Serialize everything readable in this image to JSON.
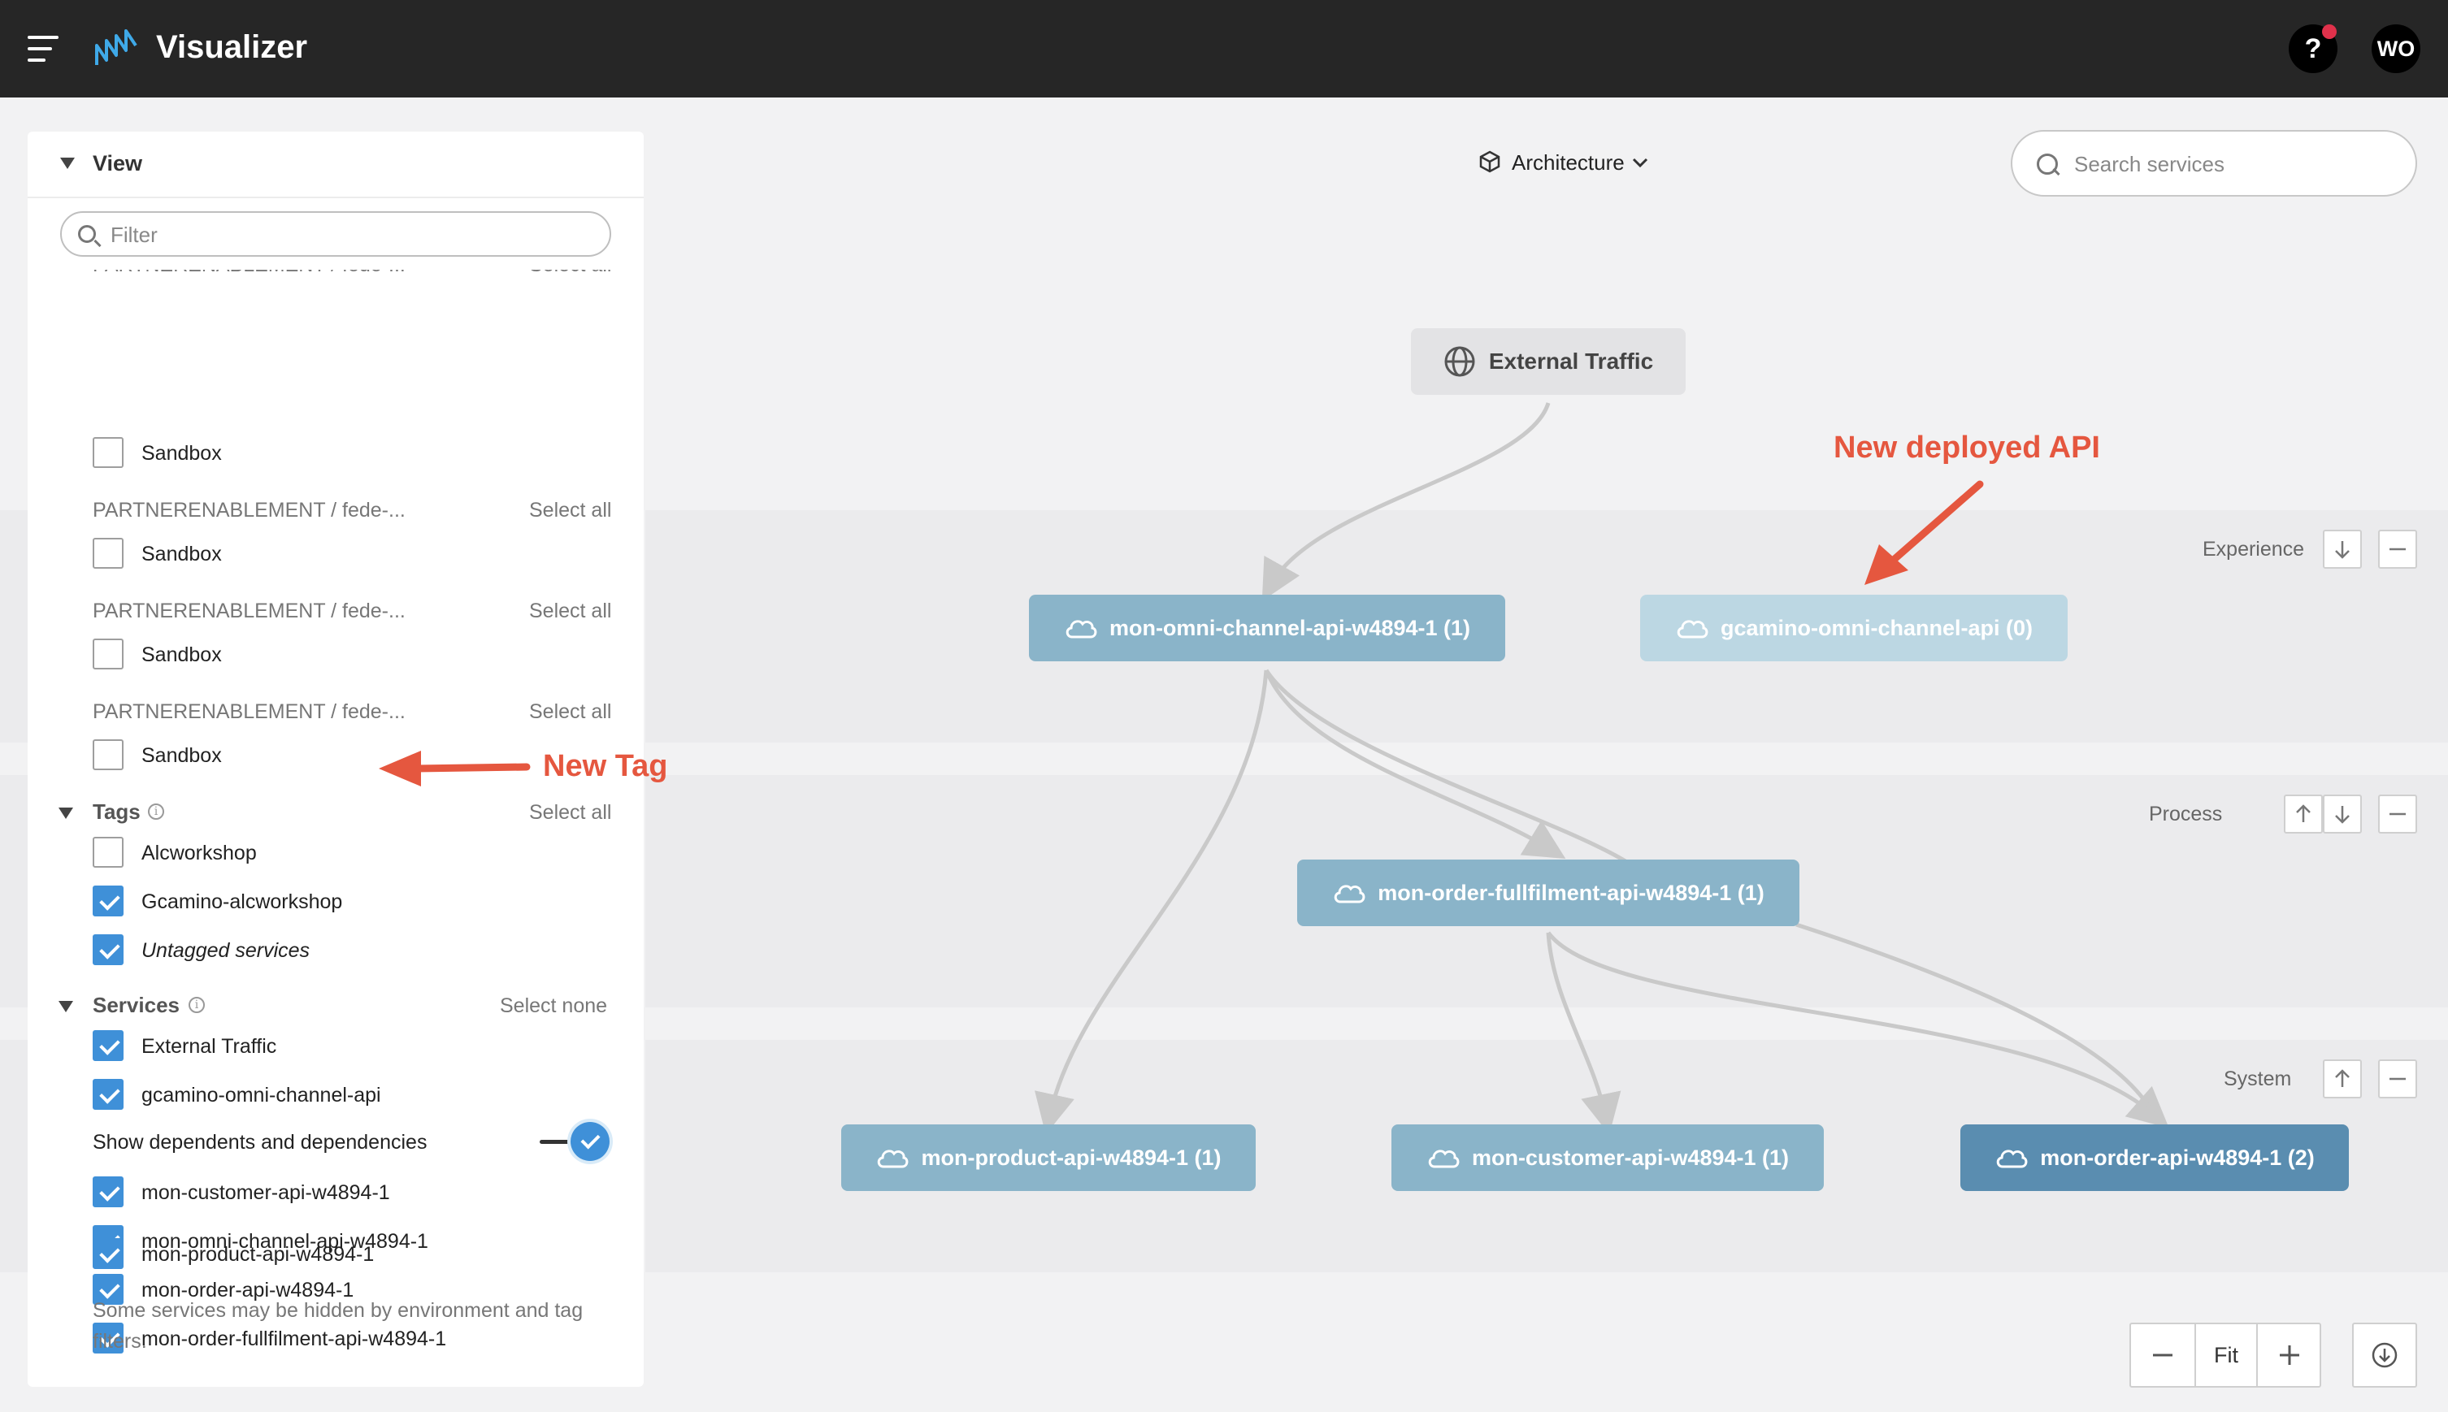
{
  "header": {
    "title": "Visualizer",
    "help_label": "?",
    "avatar_initials": "WO"
  },
  "toolbar": {
    "view_mode": "Architecture",
    "search_placeholder": "Search services"
  },
  "sidebar": {
    "title": "View",
    "filter_placeholder": "Filter",
    "environment_groups": [
      {
        "name": "PARTNERENABLEMENT / fede-...",
        "action": "Select all",
        "env": "Sandbox"
      },
      {
        "name": "PARTNERENABLEMENT / fede-...",
        "action": "Select all",
        "env": "Sandbox"
      },
      {
        "name": "PARTNERENABLEMENT / fede-...",
        "action": "Select all",
        "env": "Sandbox"
      },
      {
        "name": "PARTNERENABLEMENT / fede-...",
        "action": "Select all",
        "env": "Sandbox"
      }
    ],
    "tags": {
      "title": "Tags",
      "action": "Select all",
      "items": [
        {
          "label": "Alcworkshop",
          "checked": false
        },
        {
          "label": "Gcamino-alcworkshop",
          "checked": true
        },
        {
          "label": "Untagged services",
          "checked": true
        }
      ]
    },
    "services": {
      "title": "Services",
      "action": "Select none",
      "top_items": [
        {
          "label": "External Traffic",
          "checked": true
        },
        {
          "label": "gcamino-omni-channel-api",
          "checked": true
        }
      ],
      "toggle_label": "Show dependents and dependencies",
      "toggle_on": true,
      "items": [
        {
          "label": "mon-customer-api-w4894-1",
          "checked": true
        },
        {
          "label": "mon-omni-channel-api-w4894-1",
          "checked": true
        },
        {
          "label": "mon-order-api-w4894-1",
          "checked": true
        },
        {
          "label": "mon-order-fullfilment-api-w4894-1",
          "checked": true
        },
        {
          "label": "mon-product-api-w4894-1",
          "checked": true
        }
      ],
      "footnote": "Some services may be hidden by environment and tag filters."
    }
  },
  "graph": {
    "external": "External Traffic",
    "layers": {
      "experience": "Experience",
      "process": "Process",
      "system": "System"
    },
    "nodes": {
      "omni": "mon-omni-channel-api-w4894-1 (1)",
      "gcamino": "gcamino-omni-channel-api (0)",
      "fulfil": "mon-order-fullfilment-api-w4894-1 (1)",
      "product": "mon-product-api-w4894-1 (1)",
      "customer": "mon-customer-api-w4894-1 (1)",
      "order": "mon-order-api-w4894-1 (2)"
    },
    "colors": {
      "node": "#8ab4c9",
      "node_faded": "#bcd7e3",
      "node_selected": "#5a8db0",
      "annotation": "#e5573f"
    }
  },
  "annotations": {
    "new_api": "New deployed API",
    "new_tag": "New Tag"
  },
  "zoom": {
    "fit_label": "Fit"
  }
}
